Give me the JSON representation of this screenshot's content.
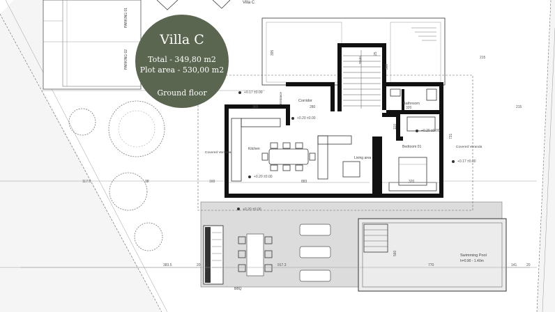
{
  "badge": {
    "title": "Villa C",
    "total": "Total - 349,80 m2",
    "plot_area": "Plot area - 530,00 m2",
    "floor": "Ground floor",
    "color": "#5b6650"
  },
  "top_label": "Villa C",
  "parking": [
    "PARKING 01",
    "PARKING 02"
  ],
  "rooms": {
    "corridor": "Corridor",
    "bathroom": "Bathroom",
    "entrance": "Entrance",
    "stairs": "Stairs",
    "kitchen": "Kitchen",
    "living": "Living area",
    "bedroom": "Bedroom 01",
    "veranda_left": "Covered Veranda",
    "veranda_right": "Covered Veranda",
    "pool": "Swimming Pool",
    "pool_depth": "h=0.90 - 1.40m",
    "bbq": "BBQ"
  },
  "levels": {
    "corridor": "+0.20 ±0.00",
    "entrance": "+0.17 ±0.00",
    "bedroom": "+0.20 ±0.00",
    "living": "+0.20 ±0.00",
    "veranda": "+0.17 ±0.00",
    "terrace": "+0.20 ±0.00"
  },
  "dims": {
    "d280": "280",
    "d320a": "320",
    "d320b": "320",
    "d365": "365",
    "d883": "883",
    "d160": "160",
    "d731": "731",
    "d215a": "215",
    "d215b": "215",
    "d3835": "383.5",
    "d20a": "20",
    "d9173": "917.3",
    "d560": "560",
    "d770": "770",
    "d141": "141",
    "d20b": "20",
    "d1175": "117.5",
    "d38": "38",
    "d395": "395",
    "d110": "110",
    "d25": "25",
    "d360": "360"
  },
  "colors": {
    "wall": "#111111",
    "terrace": "#dcdcdc",
    "garden": "#f3f3f3",
    "pool": "#ececec"
  }
}
